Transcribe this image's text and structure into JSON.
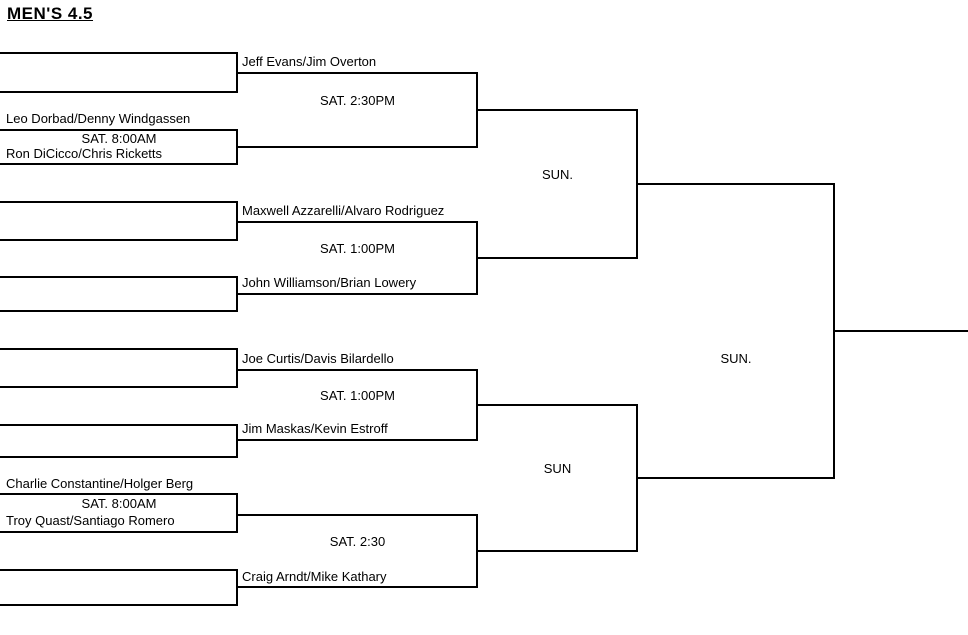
{
  "title": "MEN'S 4.5",
  "colors": {
    "line": "#000000",
    "text": "#000000",
    "background": "#ffffff"
  },
  "bracket": {
    "round1": [
      {
        "team_top": "",
        "time": "",
        "team_bottom": ""
      },
      {
        "team_top": "Leo Dorbad/Denny Windgassen",
        "time": "SAT. 8:00AM",
        "team_bottom": "Ron DiCicco/Chris Ricketts"
      },
      {
        "team_top": "",
        "time": "",
        "team_bottom": ""
      },
      {
        "team_top": "",
        "time": "",
        "team_bottom": ""
      },
      {
        "team_top": "",
        "time": "",
        "team_bottom": ""
      },
      {
        "team_top": "",
        "time": "",
        "team_bottom": ""
      },
      {
        "team_top": "Charlie Constantine/Holger Berg",
        "time": "SAT. 8:00AM",
        "team_bottom": "Troy Quast/Santiago Romero"
      },
      {
        "team_top": "",
        "time": "",
        "team_bottom": ""
      }
    ],
    "quarterfinals": [
      {
        "team_top": "Jeff Evans/Jim Overton",
        "time": "SAT. 2:30PM",
        "team_bottom": ""
      },
      {
        "team_top": "Maxwell Azzarelli/Alvaro Rodriguez",
        "time": "SAT. 1:00PM",
        "team_bottom": "John Williamson/Brian Lowery"
      },
      {
        "team_top": "Joe Curtis/Davis Bilardello",
        "time": "SAT. 1:00PM",
        "team_bottom": "Jim Maskas/Kevin Estroff"
      },
      {
        "team_top": "",
        "time": "SAT. 2:30",
        "team_bottom": "Craig Arndt/Mike Kathary"
      }
    ],
    "semifinals": [
      {
        "time": "SUN."
      },
      {
        "time": "SUN"
      }
    ],
    "final": {
      "time": "SUN."
    }
  }
}
